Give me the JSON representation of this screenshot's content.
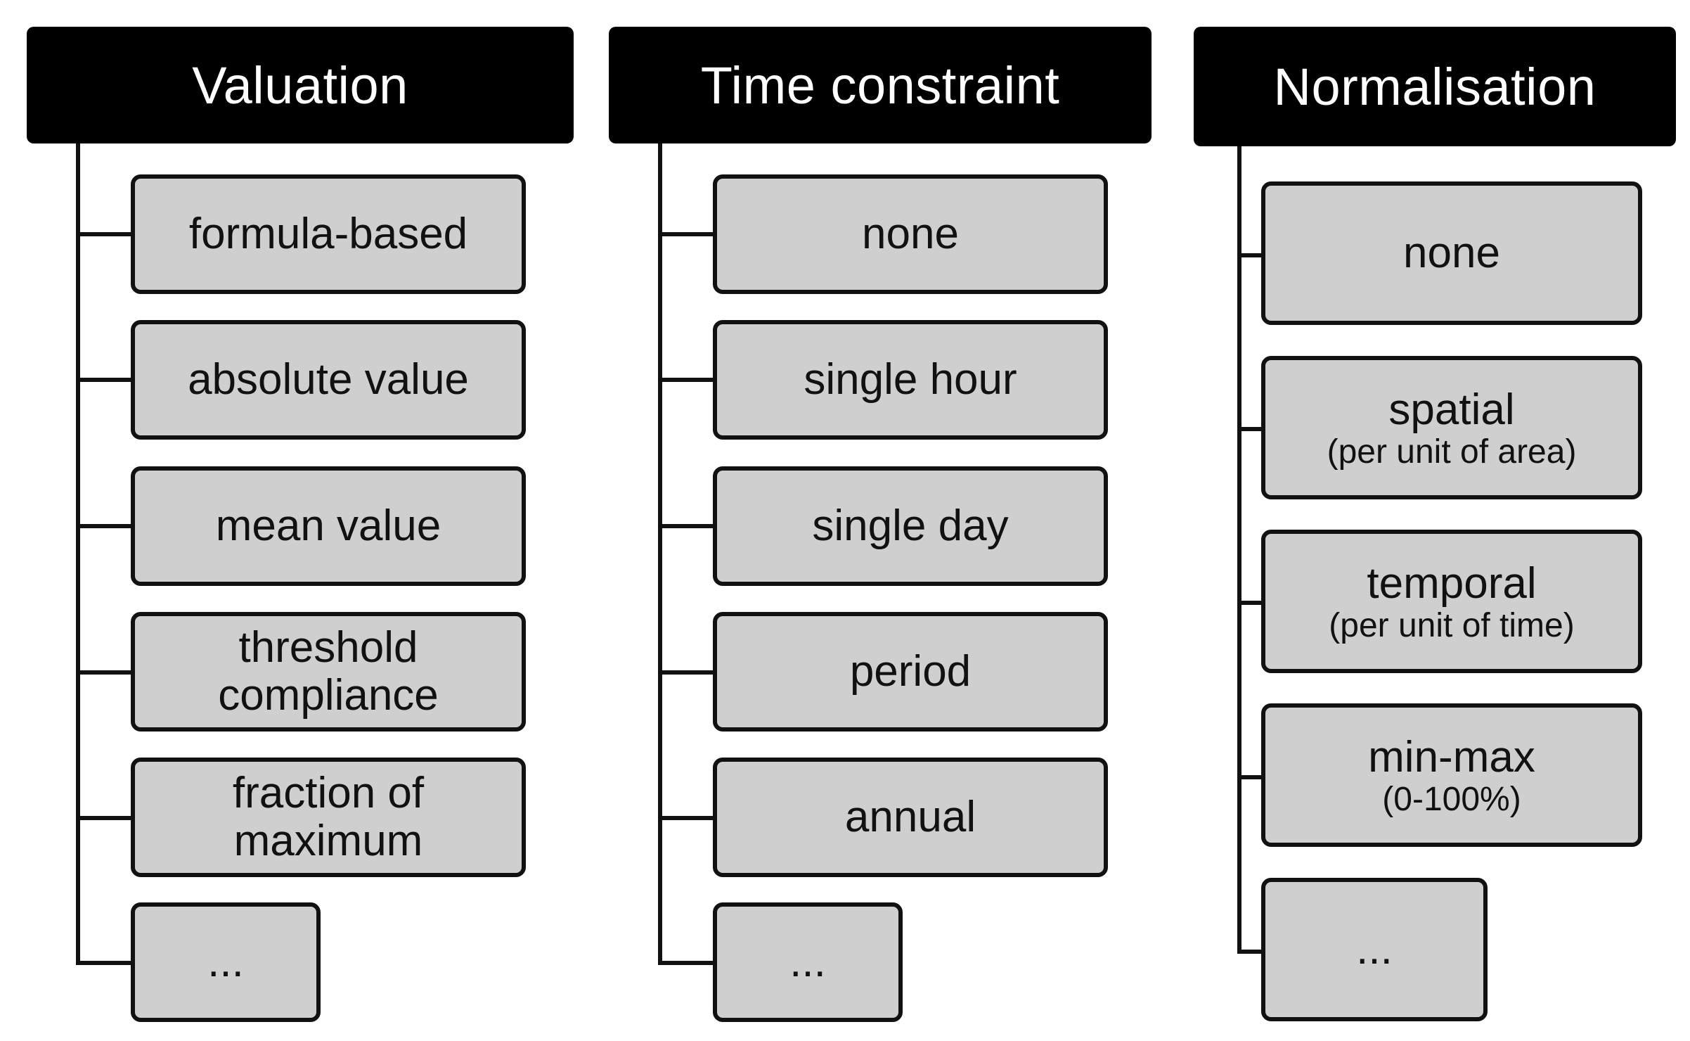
{
  "diagram": {
    "columns": [
      {
        "title": "Valuation",
        "items": [
          {
            "label": "formula-based",
            "sub": ""
          },
          {
            "label": "absolute value",
            "sub": ""
          },
          {
            "label": "mean value",
            "sub": ""
          },
          {
            "label": "threshold\ncompliance",
            "sub": ""
          },
          {
            "label": "fraction of\nmaximum",
            "sub": ""
          },
          {
            "label": "...",
            "sub": ""
          }
        ]
      },
      {
        "title": "Time constraint",
        "items": [
          {
            "label": "none",
            "sub": ""
          },
          {
            "label": "single hour",
            "sub": ""
          },
          {
            "label": "single day",
            "sub": ""
          },
          {
            "label": "period",
            "sub": ""
          },
          {
            "label": "annual",
            "sub": ""
          },
          {
            "label": "...",
            "sub": ""
          }
        ]
      },
      {
        "title": "Normalisation",
        "items": [
          {
            "label": "none",
            "sub": ""
          },
          {
            "label": "spatial",
            "sub": "(per unit of area)"
          },
          {
            "label": "temporal",
            "sub": "(per unit of time)"
          },
          {
            "label": "min-max",
            "sub": "(0-100%)"
          },
          {
            "label": "...",
            "sub": ""
          }
        ]
      }
    ]
  },
  "colors": {
    "header_bg": "#000000",
    "header_text": "#ffffff",
    "node_fill": "#cfcfcf",
    "line": "#111111"
  }
}
